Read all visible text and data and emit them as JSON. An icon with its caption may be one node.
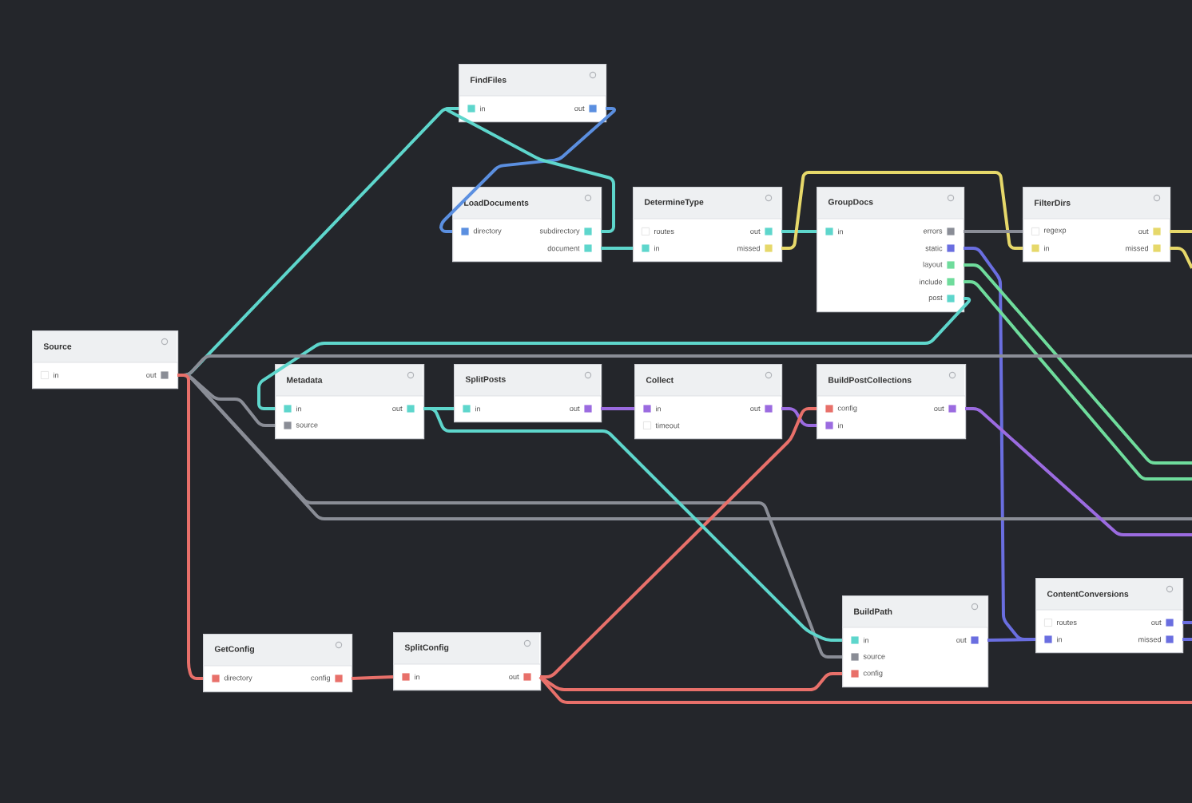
{
  "diagram": {
    "nodes": [
      {
        "text": [
          "FindFiles",
          "in",
          "out"
        ]
      },
      {
        "text": [
          "LoadDocuments",
          "directory",
          "subdirectory",
          "document"
        ]
      },
      {
        "text": [
          "DetermineType",
          "routes",
          "out",
          "in",
          "missed"
        ]
      },
      {
        "text": [
          "GroupDocs",
          "in",
          "errors",
          "static",
          "layout",
          "include",
          "post"
        ]
      },
      {
        "text": [
          "FilterDirs",
          "regexp",
          "out",
          "in",
          "missed"
        ]
      },
      {
        "text": [
          "Source",
          "in",
          "out"
        ]
      },
      {
        "text": [
          "Metadata",
          "in",
          "out",
          "source"
        ]
      },
      {
        "text": [
          "SplitPosts",
          "in",
          "out"
        ]
      },
      {
        "text": [
          "Collect",
          "in",
          "out",
          "timeout"
        ]
      },
      {
        "text": [
          "BuildPostCollections",
          "config",
          "out",
          "in"
        ]
      },
      {
        "text": [
          "GetConfig",
          "directory",
          "config"
        ]
      },
      {
        "text": [
          "SplitConfig",
          "in",
          "out"
        ]
      },
      {
        "text": [
          "BuildPath",
          "in",
          "out",
          "source",
          "config"
        ]
      },
      {
        "text": [
          "ContentConversions",
          "routes",
          "out",
          "in",
          "missed"
        ]
      }
    ],
    "edges": [
      {
        "from": 5,
        "to": 0,
        "arrow": "none"
      },
      {
        "from": 0,
        "to": 1,
        "arrow": "none",
        "color": "#5b8fe0"
      },
      {
        "from": 1,
        "to": 0,
        "arrow": "none"
      },
      {
        "from": 1,
        "to": 2,
        "arrow": "none"
      },
      {
        "from": 2,
        "to": 3,
        "arrow": "none"
      },
      {
        "from": 2,
        "to": 4,
        "arrow": "none",
        "color": "#e6d86a"
      },
      {
        "from": 3,
        "to": 4,
        "arrow": "none",
        "color": "#8a8d96"
      },
      {
        "from": 4,
        "to": null,
        "arrow": "none",
        "color": "#e6d86a"
      },
      {
        "from": 4,
        "to": null,
        "arrow": "none",
        "color": "#e6d86a"
      },
      {
        "from": 3,
        "to": 13,
        "arrow": "none",
        "color": "#6a6ee0"
      },
      {
        "from": 3,
        "to": null,
        "arrow": "none",
        "color": "#6fdc9c"
      },
      {
        "from": 3,
        "to": null,
        "arrow": "none",
        "color": "#6fdc9c"
      },
      {
        "from": 3,
        "to": 6,
        "arrow": "none"
      },
      {
        "from": 5,
        "to": 6,
        "arrow": "none",
        "color": "#8a8d96"
      },
      {
        "from": 5,
        "to": null,
        "arrow": "none",
        "color": "#8a8d96"
      },
      {
        "from": 5,
        "to": 12,
        "arrow": "none",
        "color": "#8a8d96"
      },
      {
        "from": 5,
        "to": null,
        "arrow": "none",
        "color": "#8a8d96"
      },
      {
        "from": 5,
        "to": 10,
        "arrow": "none",
        "color": "#e8706a"
      },
      {
        "from": 6,
        "to": 7,
        "arrow": "none"
      },
      {
        "from": 7,
        "to": 8,
        "arrow": "none",
        "color": "#9b6be0"
      },
      {
        "from": 8,
        "to": 9,
        "arrow": "none",
        "color": "#9b6be0"
      },
      {
        "from": 9,
        "to": null,
        "arrow": "none",
        "color": "#9b6be0"
      },
      {
        "from": 10,
        "to": 11,
        "arrow": "none",
        "color": "#e8706a"
      },
      {
        "from": 11,
        "to": 9,
        "arrow": "none",
        "color": "#e8706a"
      },
      {
        "from": 11,
        "to": 12,
        "arrow": "none",
        "color": "#e8706a"
      },
      {
        "from": 11,
        "to": null,
        "arrow": "none",
        "color": "#e8706a"
      },
      {
        "from": 6,
        "to": 12,
        "arrow": "none"
      },
      {
        "from": 12,
        "to": 13,
        "arrow": "none",
        "color": "#6a6ee0"
      },
      {
        "from": 13,
        "to": null,
        "arrow": "none",
        "color": "#6a6ee0"
      },
      {
        "from": 13,
        "to": null,
        "arrow": "none",
        "color": "#6a6ee0"
      }
    ]
  }
}
